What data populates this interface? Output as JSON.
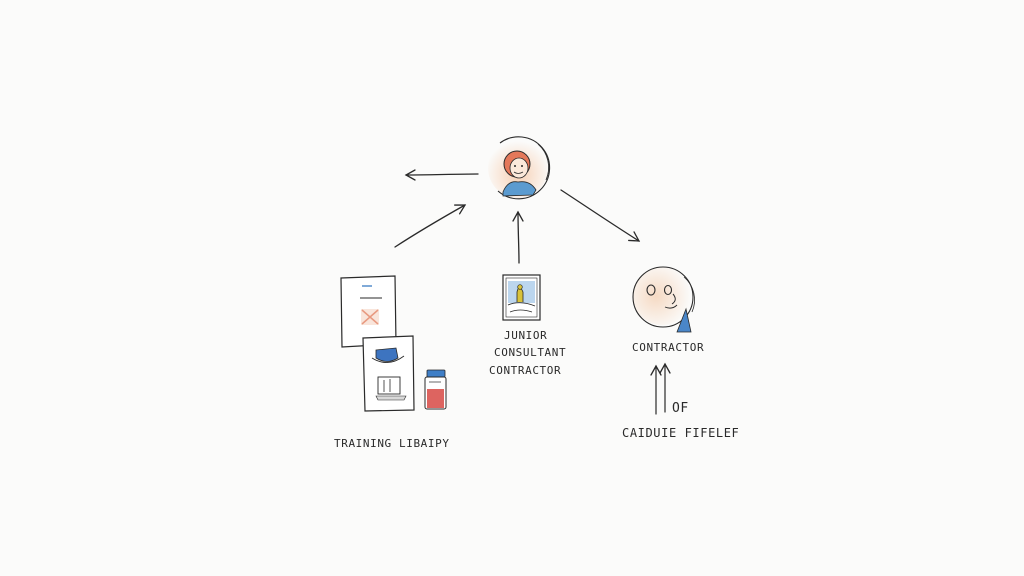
{
  "diagram": {
    "nodes": {
      "top_person": {
        "icon": "person-avatar-icon"
      },
      "training_library": {
        "label": "TRAINING LIBAIPY",
        "icon": "document-stack-icon"
      },
      "junior_consultant": {
        "label_line1": "JUNIOR",
        "label_line2": "CONSULTANT",
        "label_line3": "CONTRACTOR",
        "icon": "framed-picture-icon"
      },
      "contractor": {
        "label": "CONTRACTOR",
        "icon": "face-icon"
      },
      "bottom_right": {
        "arrow_label": "OF",
        "label": "CAIDUIE FIFELEF"
      }
    },
    "colors": {
      "ink": "#2a2a2a",
      "accent_orange": "#e0765a",
      "accent_blue": "#4a86c8",
      "accent_red": "#d9534f",
      "accent_yellow": "#d8c23a"
    }
  }
}
